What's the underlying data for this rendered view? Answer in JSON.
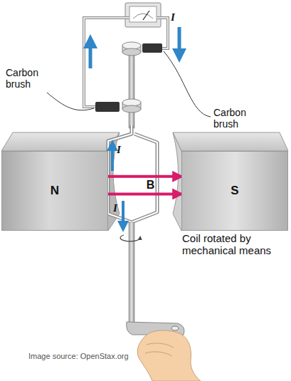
{
  "diagram": {
    "nodes": [
      {
        "text": [
          "N"
        ]
      },
      {
        "text": [
          "S"
        ]
      }
    ],
    "edges": [
      {
        "from": 0,
        "to": 1,
        "arrow": "to",
        "label": "B"
      },
      {
        "from": 0,
        "to": 1,
        "arrow": "to"
      }
    ],
    "labels": [
      "I",
      "Carbon brush",
      "Carbon brush",
      "I",
      "I",
      "Coil rotated by mechanical means",
      "Image source: OpenStax.org"
    ]
  }
}
